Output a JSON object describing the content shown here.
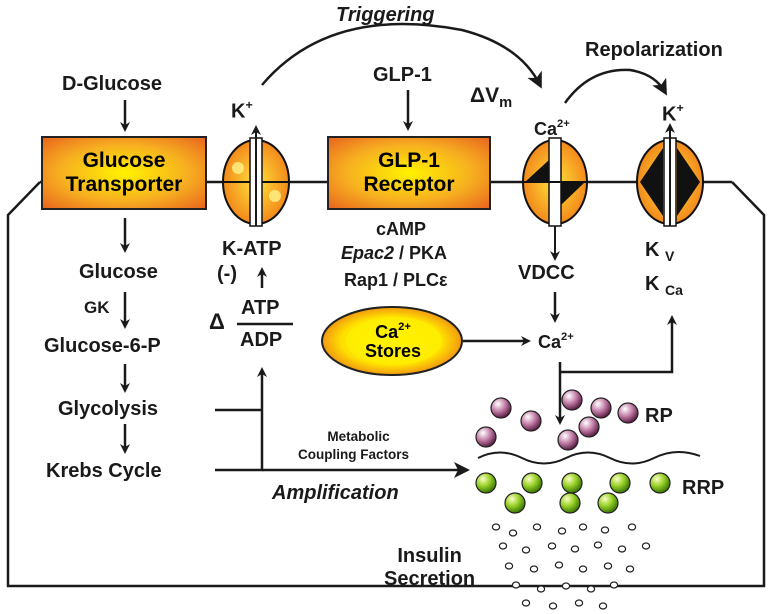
{
  "labels": {
    "d_glucose": "D-Glucose",
    "glucose_transporter": [
      "Glucose",
      "Transporter"
    ],
    "glucose": "Glucose",
    "gk": "GK",
    "glucose_6_p": "Glucose-6-P",
    "glycolysis": "Glycolysis",
    "krebs_cycle": "Krebs Cycle",
    "k_plus_left": "K",
    "k_plus_sup": "+",
    "k_atp": "K-ATP",
    "minus": "(-)",
    "delta": "Δ",
    "atp": "ATP",
    "adp": "ADP",
    "triggering": "Triggering",
    "glp1": "GLP-1",
    "glp1_receptor": [
      "GLP-1",
      "Receptor"
    ],
    "camp": "cAMP",
    "epac2": "Epac2",
    "slash_pka": " / PKA",
    "rap1_plc": "Rap1 / PLCε",
    "delta_v": "ΔV",
    "delta_v_sub": "m",
    "ca_top": "Ca",
    "ca_top_sup": "2+",
    "repolarization": "Repolarization",
    "k_plus_right": "K",
    "k_plus_right_sup": "+",
    "vdcc": "VDCC",
    "kv_k": "K",
    "kv_sub": "V",
    "kca_k": "K",
    "kca_sub": "Ca",
    "ca_stores": [
      "Ca",
      "Stores"
    ],
    "ca_stores_sup": "2+",
    "ca_mid": "Ca",
    "ca_mid_sup": "2+",
    "rp": "RP",
    "rrp": "RRP",
    "metabolic_coupling": [
      "Metabolic",
      "Coupling Factors"
    ],
    "amplification": "Amplification",
    "insulin_secretion": [
      "Insulin",
      "Secretion"
    ]
  },
  "colors": {
    "ink": "#1a1a1a",
    "box_grad_center": "#fff200",
    "box_grad_edge": "#e8641e",
    "vesicle_rp": "#a0527e",
    "vesicle_rrp": "#7cc41e",
    "channel_orange": "#f08a1e"
  }
}
